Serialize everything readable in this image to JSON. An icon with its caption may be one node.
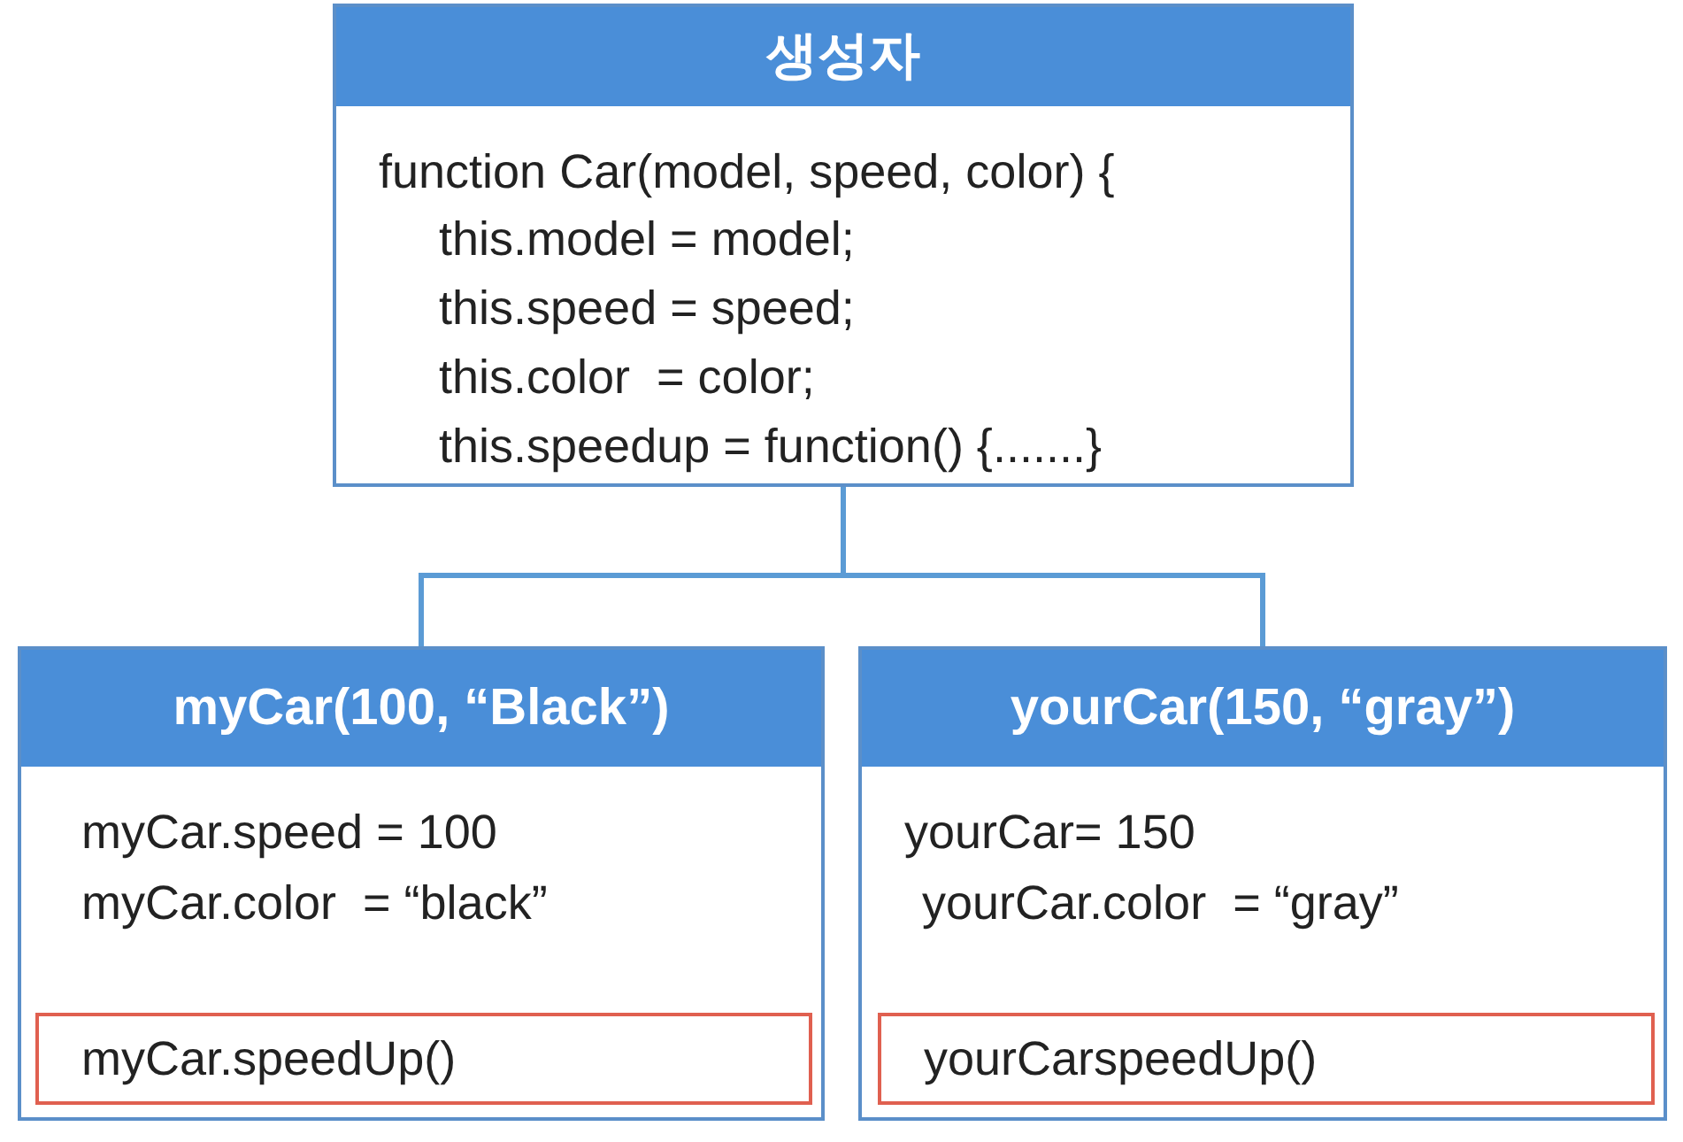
{
  "diagram": {
    "nodes": [
      {
        "text": [
          "생성자",
          "function Car(model, speed, color) {",
          "this.model = model;",
          "this.speed = speed;",
          "this.color  = color;",
          "this.speedup = function() {.......}"
        ]
      },
      {
        "text": [
          "myCar(100, “Black”)",
          "myCar.speed = 100",
          "myCar.color  = “black”"
        ]
      },
      {
        "text": [
          "myCar.speedUp()"
        ],
        "in": 1
      },
      {
        "text": [
          "yourCar(150, “gray”)",
          "yourCar= 150",
          "yourCar.color  = “gray”"
        ]
      },
      {
        "text": [
          "yourCarspeedUp()"
        ],
        "in": 3
      }
    ],
    "edges": [
      {
        "from": 0,
        "to": 1,
        "arrow": "none"
      },
      {
        "from": 0,
        "to": 3,
        "arrow": "none"
      }
    ]
  }
}
